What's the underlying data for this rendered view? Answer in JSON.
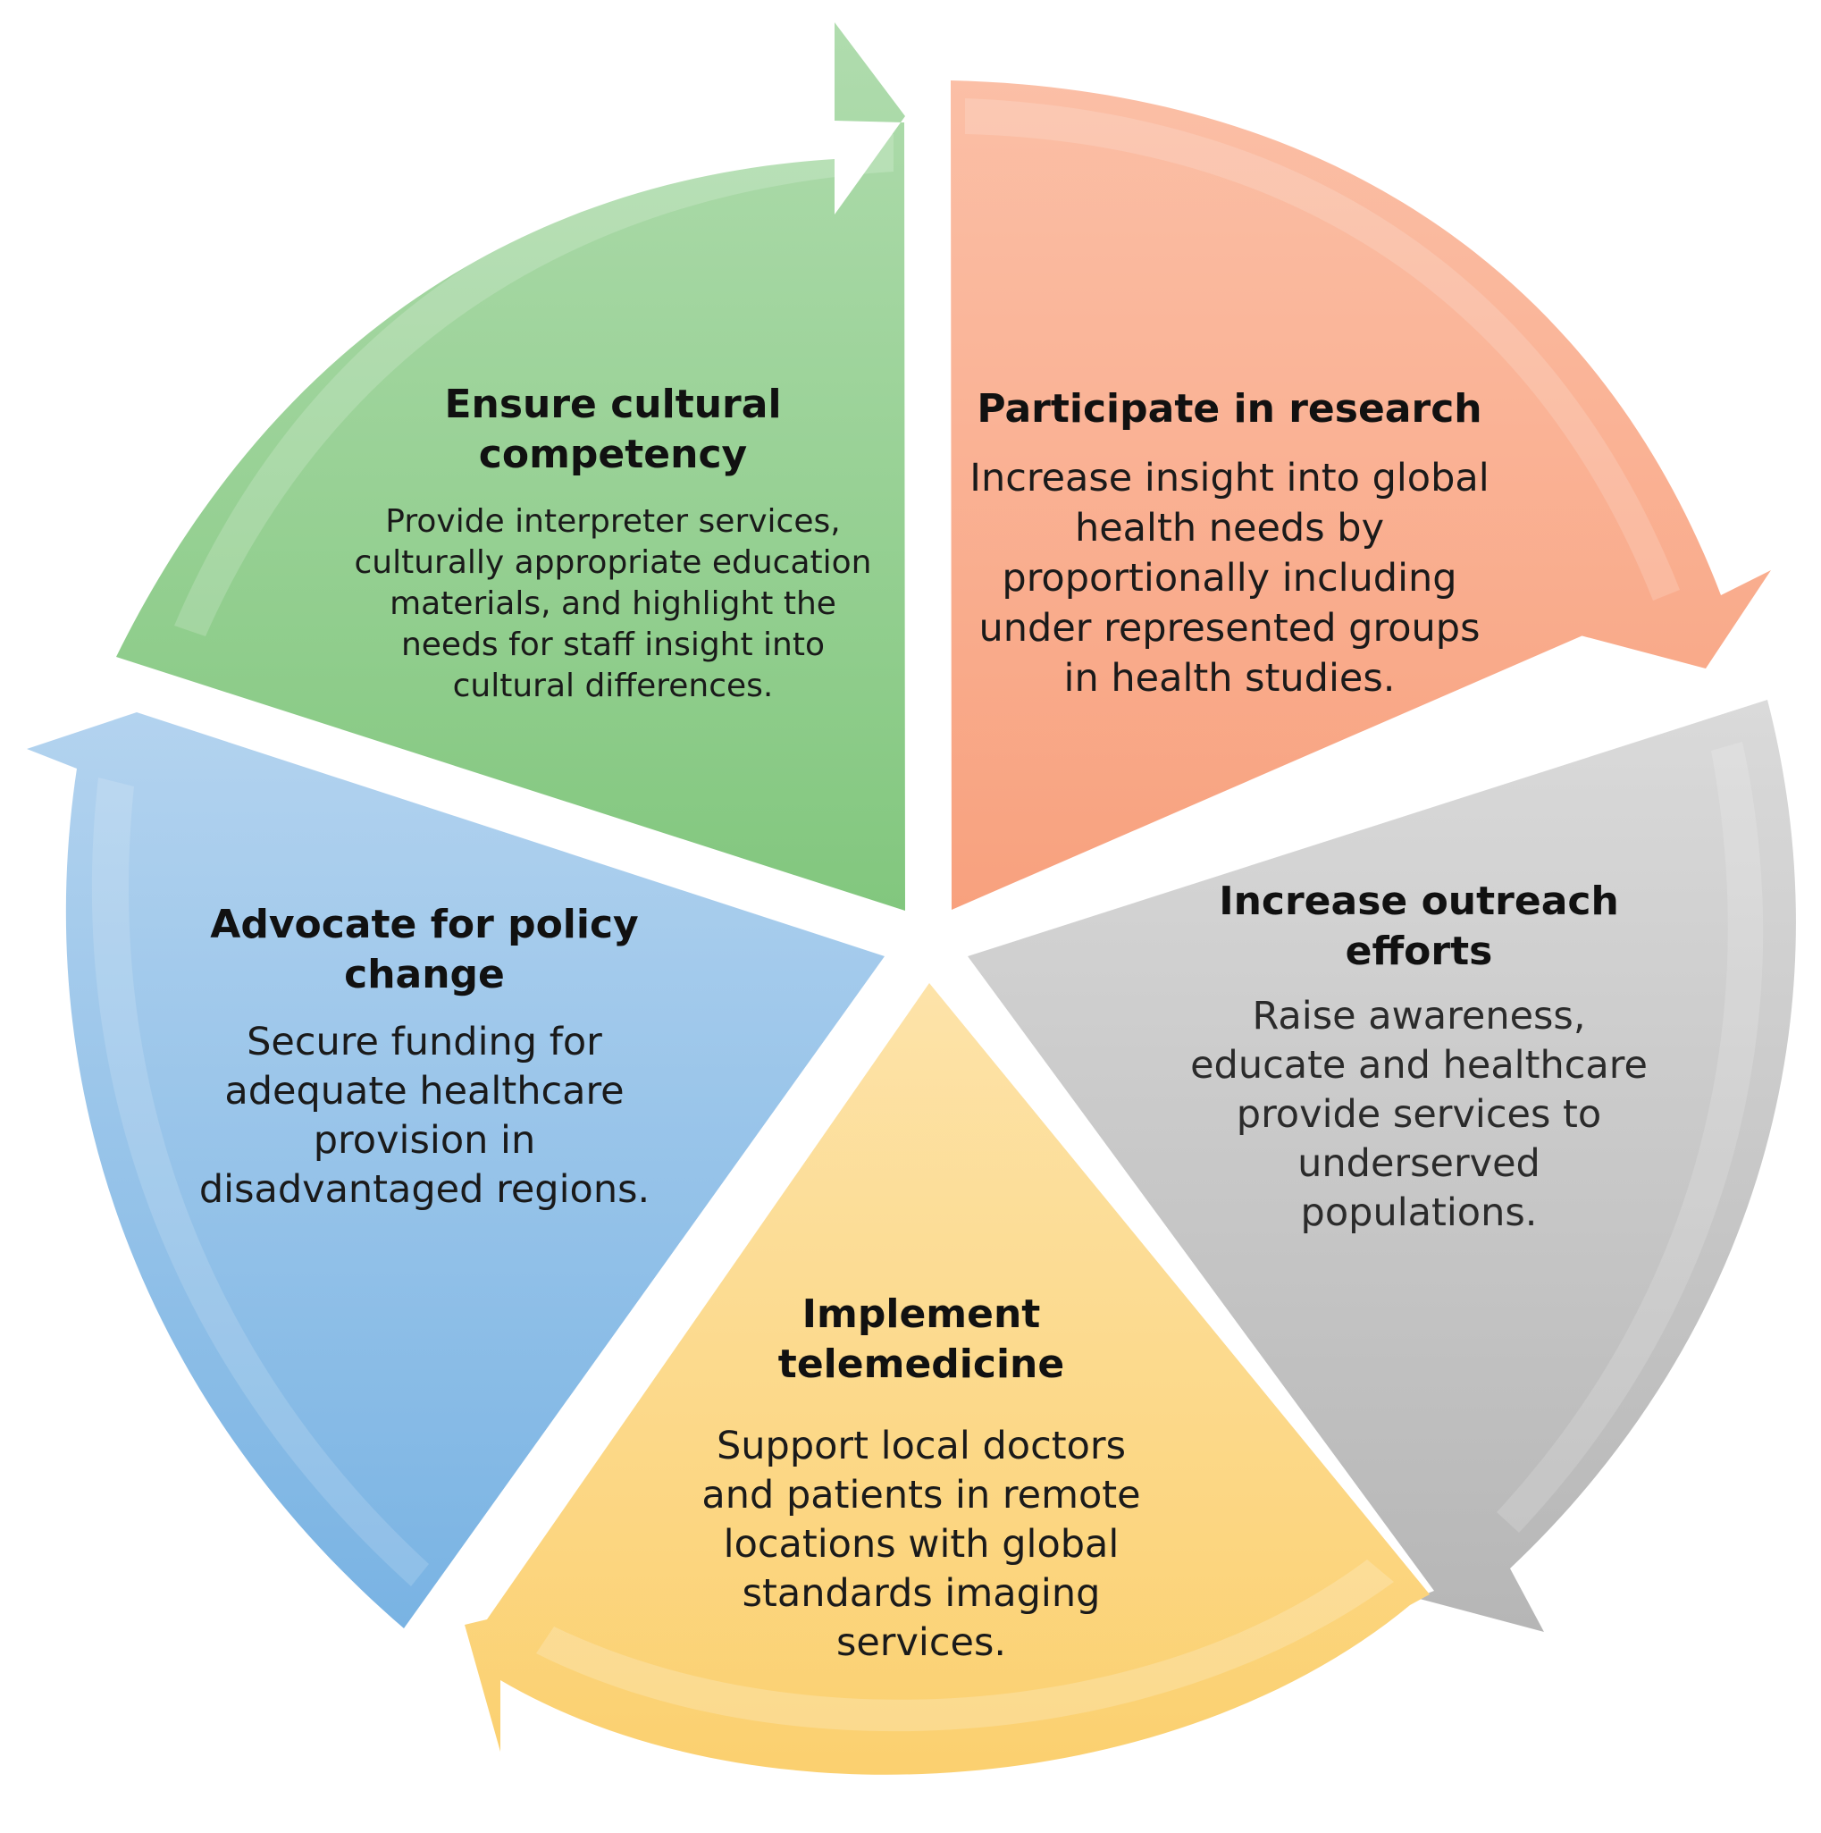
{
  "colors": {
    "green": "#8fcb8a",
    "orange": "#f9a98a",
    "gray": "#c4c4c4",
    "yellow": "#fbd37c",
    "blue": "#8dbde6"
  },
  "segments": {
    "cultural": {
      "title_lines": [
        "Ensure cultural",
        "competency"
      ],
      "body_lines": [
        "Provide interpreter services,",
        "culturally appropriate education",
        "materials, and highlight the",
        "needs for staff insight into",
        "cultural differences."
      ]
    },
    "research": {
      "title_lines": [
        "Participate in research"
      ],
      "body_lines": [
        "Increase insight into global",
        "health needs by",
        "proportionally including",
        "under represented groups",
        "in health studies."
      ]
    },
    "outreach": {
      "title_lines": [
        "Increase outreach",
        "efforts"
      ],
      "body_lines": [
        "Raise awareness,",
        "educate and healthcare",
        "provide services to",
        "underserved",
        "populations."
      ]
    },
    "telemedicine": {
      "title_lines": [
        "Implement",
        "telemedicine"
      ],
      "body_lines": [
        "Support local doctors",
        "and patients in remote",
        "locations with global",
        "standards imaging",
        "services."
      ]
    },
    "policy": {
      "title_lines": [
        "Advocate for policy",
        "change"
      ],
      "body_lines": [
        "Secure funding for",
        "adequate healthcare",
        "provision in",
        "disadvantaged regions."
      ]
    }
  }
}
